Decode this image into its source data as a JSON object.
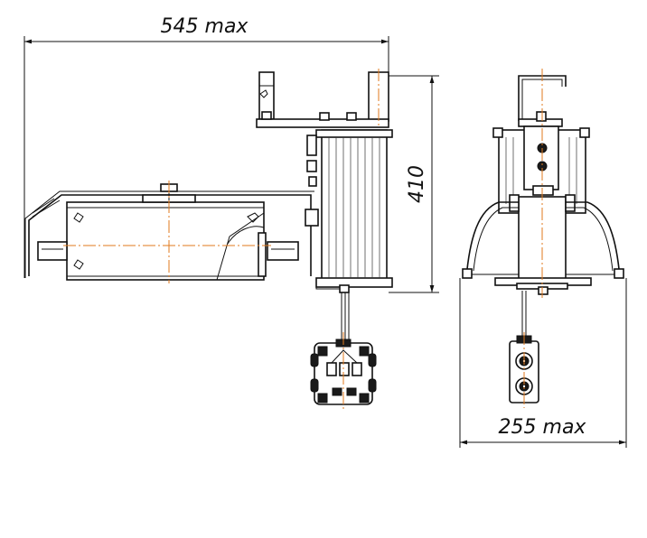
{
  "dimensions": {
    "overall_width": "545 max",
    "height": "410",
    "front_width": "255 max"
  },
  "colors": {
    "line": "#111111",
    "centerline": "#e07a1e",
    "background": "#ffffff"
  }
}
